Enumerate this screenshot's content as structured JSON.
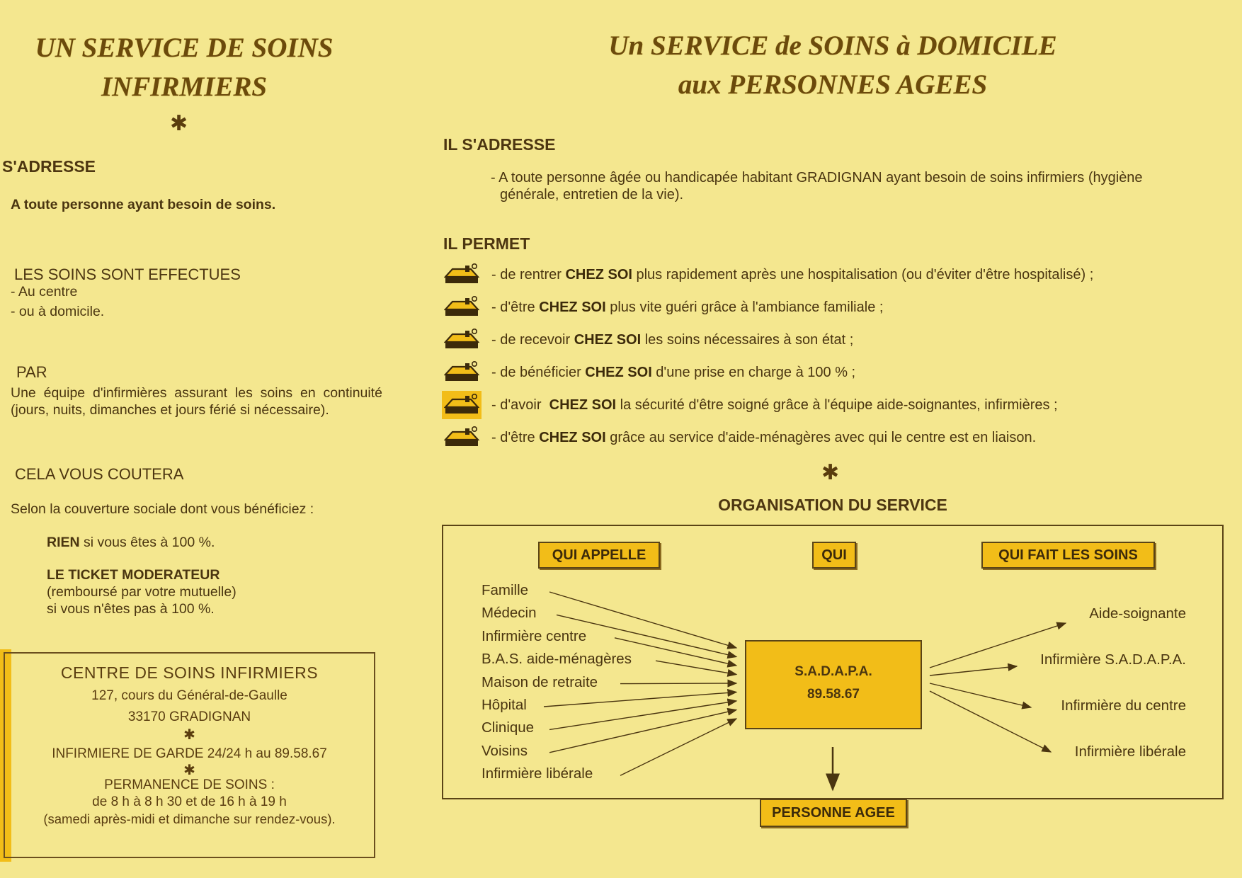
{
  "left": {
    "title_line1": "UN SERVICE DE SOINS",
    "title_line2": "INFIRMIERS",
    "star": "✱",
    "adresse_heading": "S'ADRESSE",
    "adresse_text": "A toute personne ayant besoin de soins.",
    "soins_heading": "LES SOINS SONT EFFECTUES",
    "soins_item1": "- Au centre",
    "soins_item2": "- ou à domicile.",
    "par_heading": "PAR",
    "par_text": "Une équipe d'infirmières assurant les soins en continuité (jours, nuits, dimanches et jours férié si nécessaire).",
    "cout_heading": "CELA VOUS COUTERA",
    "cout_intro": "Selon la couverture sociale dont vous bénéficiez :",
    "rien_bold": "RIEN",
    "rien_text": " si vous êtes à 100 %.",
    "ticket_bold": "LE TICKET MODERATEUR",
    "ticket_line2": "(remboursé par votre mutuelle)",
    "ticket_line3": "si vous n'êtes pas à 100 %."
  },
  "contact": {
    "name": "CENTRE DE SOINS INFIRMIERS",
    "street": "127, cours du Général-de-Gaulle",
    "city": "33170 GRADIGNAN",
    "garde": "INFIRMIERE DE GARDE 24/24 h au 89.58.67",
    "perm_title": "PERMANENCE DE SOINS :",
    "perm_hours": "de 8 h à 8 h 30 et de 16 h à 19 h",
    "perm_note": "(samedi après-midi et dimanche sur rendez-vous)."
  },
  "right": {
    "title_line1": "Un SERVICE de SOINS à DOMICILE",
    "title_line2": "aux PERSONNES AGEES",
    "adresse_heading": "IL S'ADRESSE",
    "adresse_line1": "- A toute personne âgée ou handicapée habitant GRADIGNAN ayant besoin de soins infirmiers (hygiène",
    "adresse_line2": "générale, entretien de la vie).",
    "permet_heading": "IL PERMET",
    "items": [
      {
        "pre": "- de rentrer ",
        "bold": "CHEZ SOI",
        "post": " plus rapidement après une hospitalisation (ou d'éviter d'être hospitalisé) ;"
      },
      {
        "pre": "- d'être ",
        "bold": "CHEZ SOI",
        "post": " plus vite guéri grâce à l'ambiance familiale ;"
      },
      {
        "pre": "- de recevoir ",
        "bold": "CHEZ SOI",
        "post": " les soins nécessaires à son état ;"
      },
      {
        "pre": "- de bénéficier ",
        "bold": "CHEZ SOI",
        "post": " d'une prise en charge à 100 % ;"
      },
      {
        "pre": "- d'avoir  ",
        "bold": "CHEZ SOI",
        "post": " la sécurité d'être soigné grâce à l'équipe aide-soignantes, infirmières ;"
      },
      {
        "pre": "- d'être ",
        "bold": "CHEZ SOI",
        "post": " grâce au service d'aide-ménagères avec qui le centre est en liaison."
      }
    ],
    "icon": "house-icon",
    "org_heading": "ORGANISATION DU SERVICE"
  },
  "org": {
    "qui_appelle": "QUI APPELLE",
    "qui": "QUI",
    "qui_fait": "QUI FAIT LES SOINS",
    "callers": [
      "Famille",
      "Médecin",
      "Infirmière centre",
      "B.A.S. aide-ménagères",
      "Maison de retraite",
      "Hôpital",
      "Clinique",
      "Voisins",
      "Infirmière libérale"
    ],
    "center_line1": "S.A.D.A.P.A.",
    "center_line2": "89.58.67",
    "receivers": [
      "Aide-soignante",
      "Infirmière S.A.D.A.P.A.",
      "Infirmière du centre",
      "Infirmière libérale"
    ],
    "bottom": "PERSONNE AGEE"
  },
  "colors": {
    "background": "#f4e78f",
    "highlight": "#f2bd18",
    "text": "#4a3510",
    "title": "#6b4a0c"
  }
}
